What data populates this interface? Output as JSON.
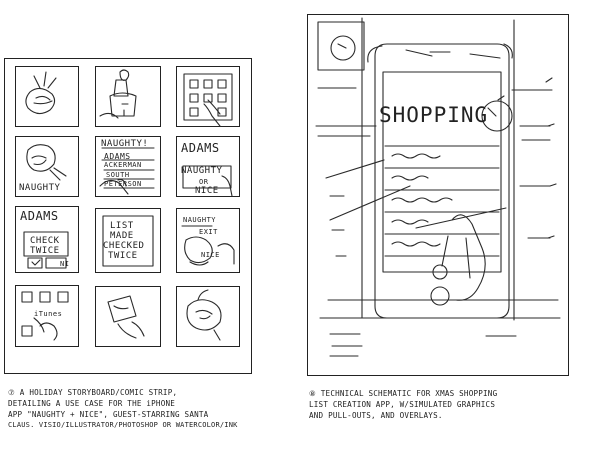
{
  "left_sheet": {
    "panels": [
      {
        "texts": []
      },
      {
        "texts": []
      },
      {
        "texts": []
      },
      {
        "texts": [
          "NAUGHTY"
        ]
      },
      {
        "texts": [
          "NAUGHTY!",
          "ADAMS",
          "ACKERMAN",
          "SOUTH",
          "PETERSON"
        ]
      },
      {
        "texts": [
          "ADAMS",
          "NAUGHTY",
          "OR",
          "NICE"
        ]
      },
      {
        "texts": [
          "ADAMS",
          "CHECK",
          "TWICE",
          "NI"
        ]
      },
      {
        "texts": [
          "LIST",
          "MADE",
          "CHECKED",
          "TWICE"
        ]
      },
      {
        "texts": [
          "NAUGHTY",
          "EXIT",
          "NICE"
        ]
      },
      {
        "texts": [
          "iTunes"
        ]
      },
      {
        "texts": []
      },
      {
        "texts": []
      }
    ],
    "caption": [
      "⑦ A HOLIDAY STORYBOARD/COMIC STRIP,",
      "DETAILING A USE CASE FOR THE iPHONE",
      "APP \"NAUGHTY + NICE\", GUEST-STARRING SANTA",
      "CLAUS. VISIO/ILLUSTRATOR/PHOTOSHOP OR WATERCOLOR/INK"
    ]
  },
  "right_sheet": {
    "screen_title": "SHOPPING",
    "caption": [
      "⑧ TECHNICAL SCHEMATIC FOR XMAS SHOPPING",
      "LIST CREATION APP, W/SIMULATED GRAPHICS",
      "AND PULL-OUTS, AND OVERLAYS."
    ]
  }
}
